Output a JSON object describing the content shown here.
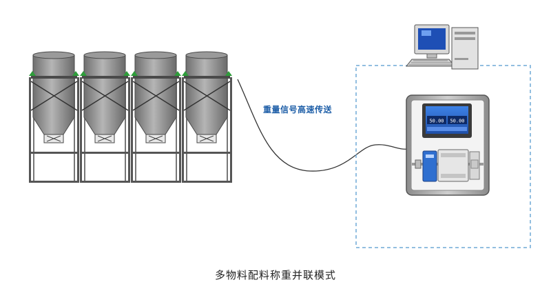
{
  "diagram": {
    "signal_label": "重量信号高速传送",
    "caption": "多物料配料称重并联模式",
    "display_readouts": [
      "50.00",
      "50.00"
    ],
    "silo_count": 4,
    "colors": {
      "dashed_border": "#6fa8d6",
      "signal_text": "#1f5fa8",
      "silo_metal": "#8a8a8a",
      "load_cell_marker": "#2e9d3a",
      "display_blue": "#2f6fd0"
    }
  }
}
